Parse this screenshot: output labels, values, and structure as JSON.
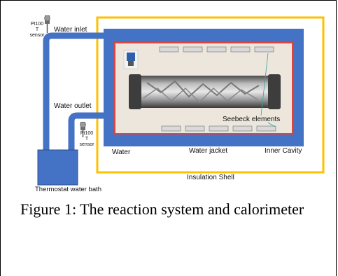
{
  "diagram": {
    "labels": {
      "pt100_top": [
        "Pt100",
        "T",
        "sensor"
      ],
      "water_inlet": "Water inlet",
      "water_outlet": "Water outlet",
      "pt100_bottom": [
        "Pt100",
        "T",
        "sensor"
      ],
      "seebeck": "Seebeck elements",
      "water": "Water",
      "water_jacket": "Water jacket",
      "inner_cavity": "Inner Cavity",
      "insulation_shell": "Insulation Shell",
      "thermostat": "Thermostat water bath"
    },
    "colors": {
      "water_blue": "#4472c4",
      "insulation_yellow": "#ffc000",
      "inner_cavity_red": "#e0443e",
      "cavity_fill": "#ece6dc",
      "element_gray": "#c8c8c8"
    }
  },
  "caption": "Figure 1: The reaction system and calorimeter"
}
